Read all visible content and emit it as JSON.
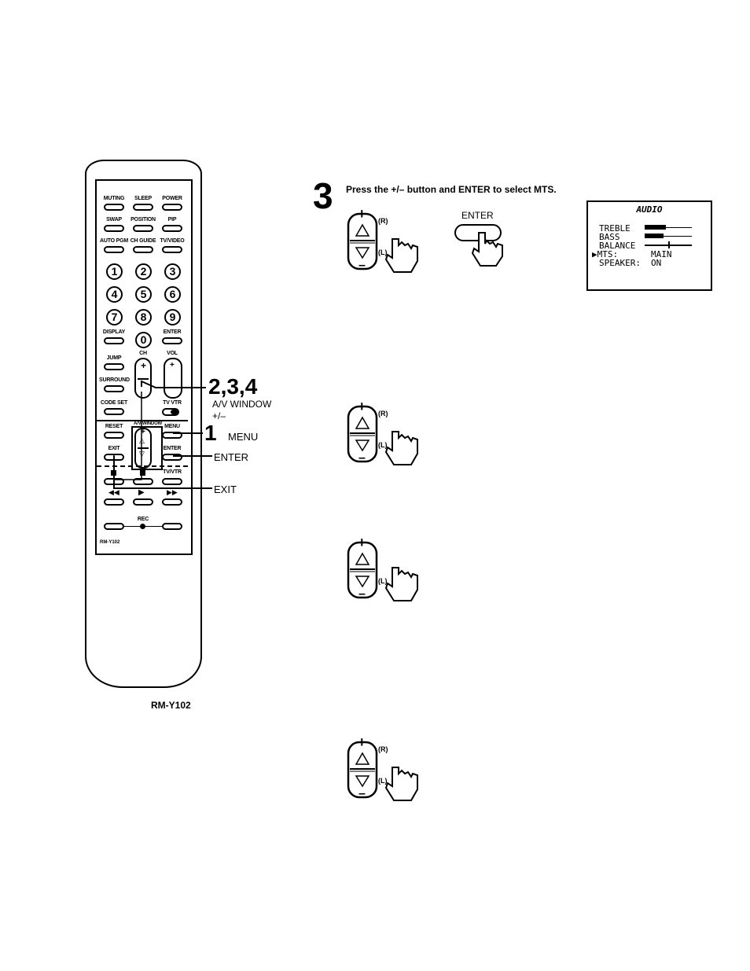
{
  "remote": {
    "row1": [
      "MUTING",
      "SLEEP",
      "POWER"
    ],
    "row2": [
      "SWAP",
      "POSITION",
      "PIP"
    ],
    "row3": [
      "AUTO PGM",
      "CH GUIDE",
      "TV/VIDEO"
    ],
    "digits": [
      "1",
      "2",
      "3",
      "4",
      "5",
      "6",
      "7",
      "8",
      "9"
    ],
    "display": "DISPLAY",
    "zero": "0",
    "enter_top": "ENTER",
    "jump": "JUMP",
    "ch": "CH",
    "vol": "VOL",
    "vol_plus": "+",
    "surround": "SURROUND",
    "code_set": "CODE SET",
    "tv_vtr_switch": "TV VTR",
    "av_window": "A/V WINDOW",
    "reset": "RESET",
    "menu": "MENU",
    "exit": "EXIT",
    "enter_bottom": "ENTER",
    "tv_vtr_btn": "TV/VTR",
    "rec": "REC",
    "model_small": "RM-Y102"
  },
  "callouts": {
    "steps_234": "2,3,4",
    "av_window": "A/V WINDOW",
    "plus_minus": "+/–",
    "step1": "1",
    "menu": "MENU",
    "enter": "ENTER",
    "exit": "EXIT"
  },
  "model_caption": "RM-Y102",
  "step3": {
    "number": "3",
    "instruction": "Press the +/– button and ENTER to select MTS.",
    "enter_label": "ENTER"
  },
  "rocker": {
    "plus": "+",
    "minus": "–",
    "right": "(R)",
    "left": "(L)"
  },
  "osd": {
    "title": "AUDIO",
    "rows": [
      {
        "label": "TREBLE",
        "value": ""
      },
      {
        "label": "BASS",
        "value": ""
      },
      {
        "label": "BALANCE",
        "value": ""
      },
      {
        "label": "MTS:",
        "value": "MAIN",
        "marker": "▶"
      },
      {
        "label": "SPEAKER:",
        "value": "ON"
      }
    ],
    "levels": {
      "treble": 0.45,
      "bass": 0.4,
      "balance": 0.5
    }
  }
}
